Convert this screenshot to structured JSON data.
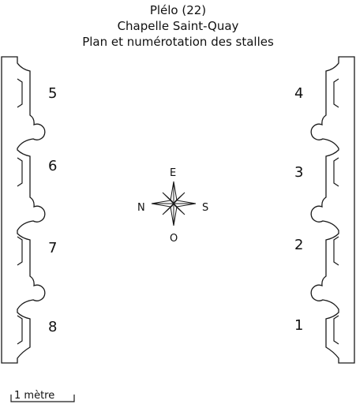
{
  "title": {
    "line1": "Plélo (22)",
    "line2": "Chapelle Saint-Quay",
    "line3": "Plan et numérotation des stalles"
  },
  "stalls": {
    "left": [
      "5",
      "6",
      "7",
      "8"
    ],
    "right": [
      "4",
      "3",
      "2",
      "1"
    ]
  },
  "compass": {
    "north": "N",
    "east": "E",
    "south": "S",
    "west": "O",
    "icon": "compass-rose-icon"
  },
  "scale": {
    "label": "1 mètre"
  },
  "colors": {
    "line": "#1a1a1a",
    "background": "#ffffff"
  }
}
